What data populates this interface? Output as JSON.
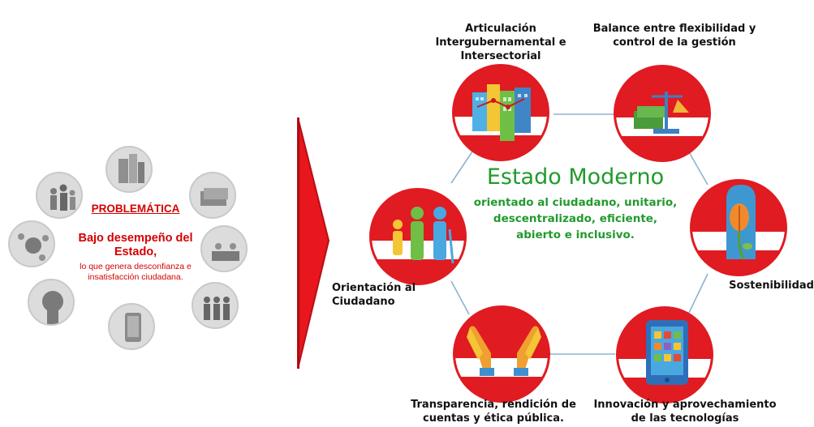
{
  "problem": {
    "title": "PROBLEMÁTICA",
    "headline": "Bajo desempeño del Estado,",
    "subtext": "lo que genera desconfianza e insatisfacción ciudadana."
  },
  "center": {
    "title": "Estado Moderno",
    "subtitle": "orientado al ciudadano, unitario, descentralizado, eficiente, abierto e inclusivo."
  },
  "pillars": [
    {
      "label": "Articulación Intergubernamental e Intersectorial",
      "icon": "buildings-icon"
    },
    {
      "label": "Balance entre flexibilidad y control de la gestión",
      "icon": "scales-icon"
    },
    {
      "label": "Sostenibilidad",
      "icon": "leaf-icon"
    },
    {
      "label": "Innovación y aprovechamiento de las tecnologías",
      "icon": "tablet-icon"
    },
    {
      "label": "Transparencia, rendición de cuentas y ética pública.",
      "icon": "open-hands-icon"
    },
    {
      "label": "Orientación al Ciudadano",
      "icon": "family-icon"
    }
  ],
  "colors": {
    "accent_red": "#e01b22",
    "text_red": "#d40000",
    "center_green": "#229a2e",
    "connector_blue": "#8eb3cf",
    "problem_gray": "#dcdcdc"
  }
}
